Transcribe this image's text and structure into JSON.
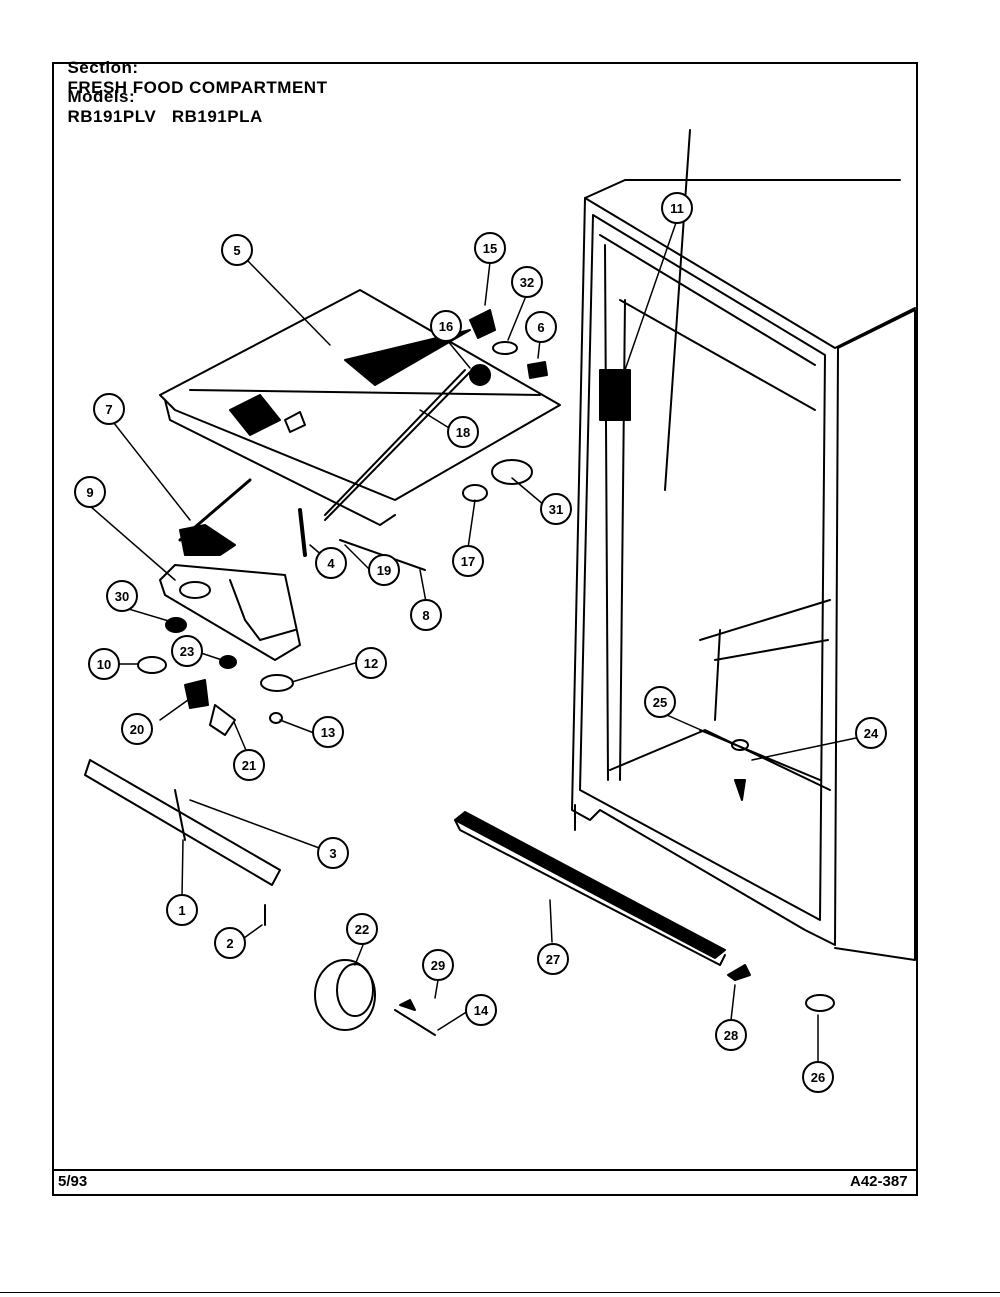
{
  "header": {
    "section_label": "Section:",
    "section_value": "FRESH FOOD COMPARTMENT",
    "models_label": "Models:",
    "models_value": "RB191PLV   RB191PLA"
  },
  "footer": {
    "date": "5/93",
    "diagram_code": "A42-387"
  },
  "callouts": {
    "c1": "1",
    "c2": "2",
    "c3": "3",
    "c4": "4",
    "c5": "5",
    "c6": "6",
    "c7": "7",
    "c8": "8",
    "c9": "9",
    "c10": "10",
    "c11": "11",
    "c12": "12",
    "c13": "13",
    "c14": "14",
    "c15": "15",
    "c16": "16",
    "c17": "17",
    "c18": "18",
    "c19": "19",
    "c20": "20",
    "c21": "21",
    "c22": "22",
    "c23": "23",
    "c24": "24",
    "c25": "25",
    "c26": "26",
    "c27": "27",
    "c28": "28",
    "c29": "29",
    "c30": "30",
    "c31": "31",
    "c32": "32"
  }
}
